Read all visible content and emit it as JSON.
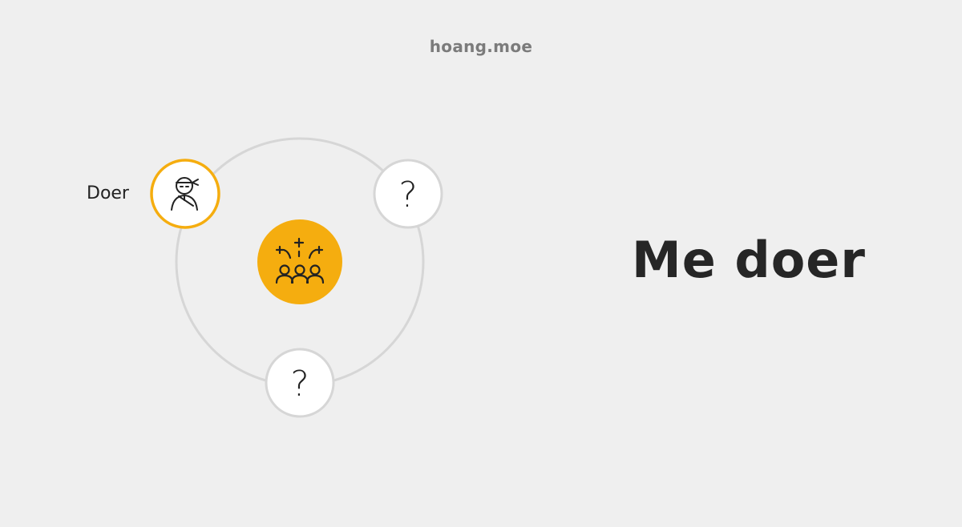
{
  "watermark": "hoang.moe",
  "diagram": {
    "role_label": "Doer",
    "unknown_mark": "?",
    "colors": {
      "accent": "#f5ad0f",
      "ring": "#d6d6d6",
      "node_fill": "#ffffff",
      "icon_stroke": "#222222"
    },
    "icons": {
      "doer": "ninja-person-icon",
      "center": "celebrating-team-icon"
    }
  },
  "headline": "Me doer"
}
